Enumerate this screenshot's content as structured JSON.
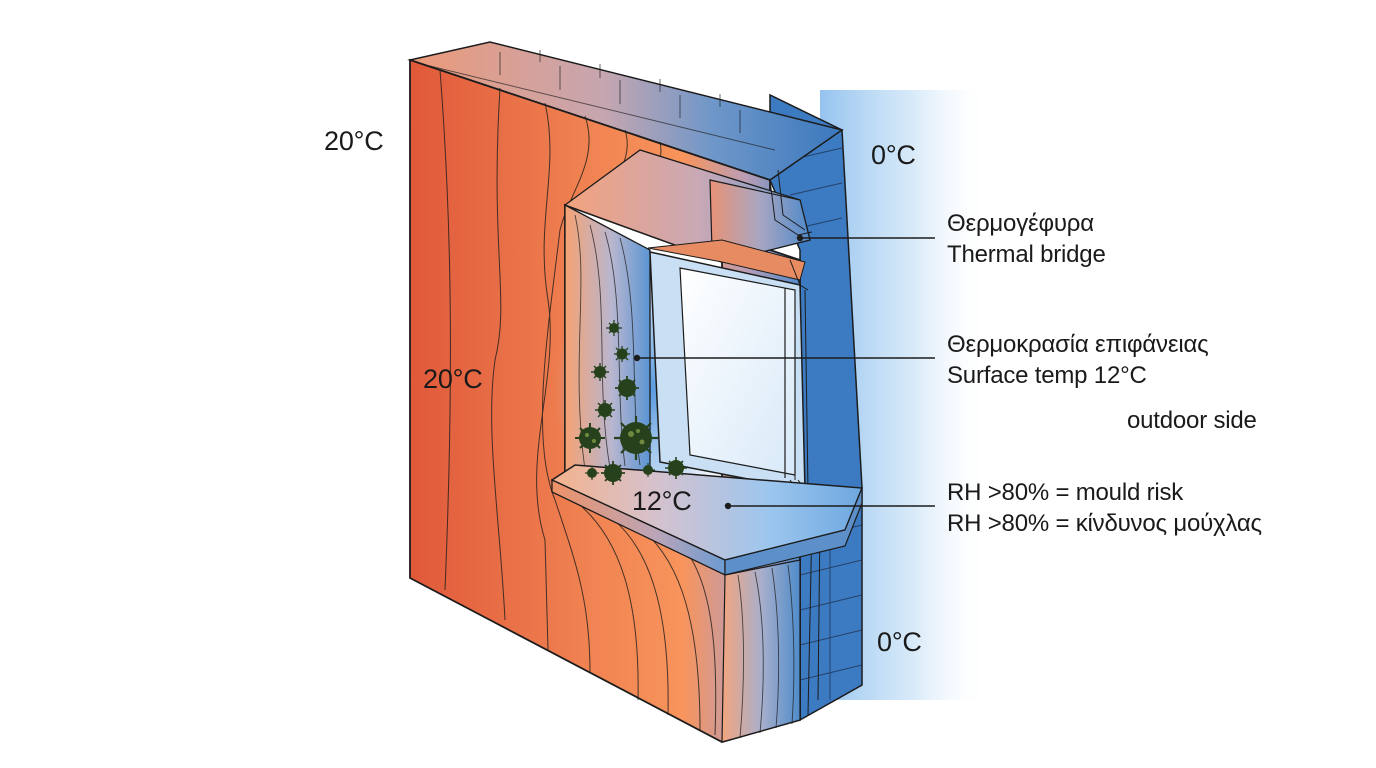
{
  "temperatures": {
    "indoor_outer": "20°C",
    "indoor_wall": "20°C",
    "outdoor_top": "0°C",
    "outdoor_bottom": "0°C",
    "sill": "12°C"
  },
  "callouts": {
    "thermal_bridge": {
      "line1": "Θερμογέφυρα",
      "line2": "Thermal bridge"
    },
    "surface_temp": {
      "line1": "Θερμοκρασία επιφάνειας",
      "line2": "Surface temp 12°C"
    },
    "outdoor_side": "outdoor side",
    "mould_risk": {
      "line1": "RH >80% = mould risk",
      "line2": "RH >80% = κίνδυνος μούχλας"
    }
  },
  "colors": {
    "warm": "#e4603a",
    "warm_light": "#f7905c",
    "cold": "#3c7fc4",
    "cold_light": "#a9cdee",
    "outline": "#1c1c1c",
    "mould": "#27411c"
  },
  "icons": [
    "mould-spore-icon"
  ]
}
